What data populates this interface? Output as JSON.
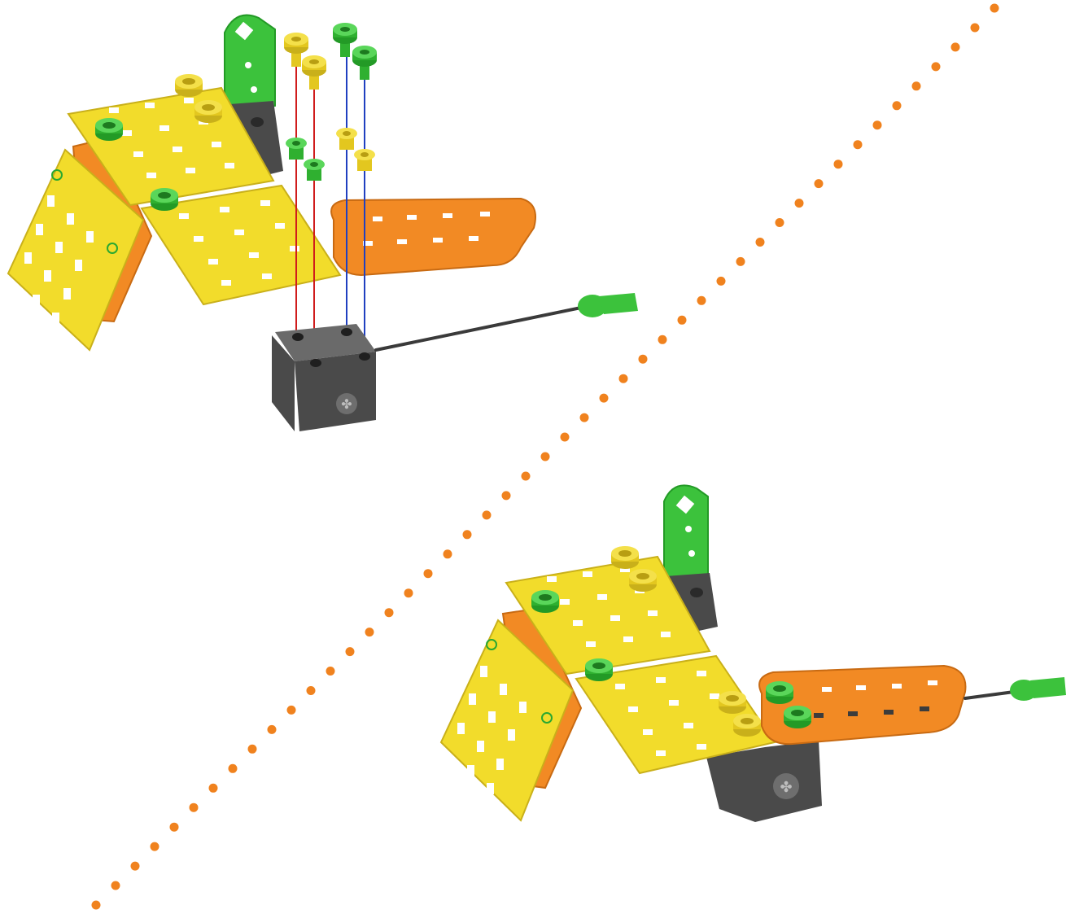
{
  "diagram": {
    "panels": [
      {
        "role": "exploded-view"
      },
      {
        "role": "assembled-view"
      }
    ],
    "parts": {
      "yellow_screw": "yellow-screw",
      "green_screw": "green-screw",
      "yellow_nut": "yellow-nut",
      "green_nut": "green-nut",
      "yellow_plate": "yellow-plate",
      "orange_plate": "orange-plate",
      "green_bracket": "green-bracket",
      "motor_cube": "motor-cube",
      "cable_plug": "cable-plug"
    },
    "guide_colors": {
      "yellow_axis": "#d01c1c",
      "green_axis": "#2040c0"
    },
    "separator": {
      "style": "dotted",
      "color": "#f0821e"
    },
    "colors": {
      "yellow": "#f2dc2b",
      "orange": "#f28a24",
      "green": "#3cc23c",
      "dark_gray": "#4a4a4a"
    }
  }
}
